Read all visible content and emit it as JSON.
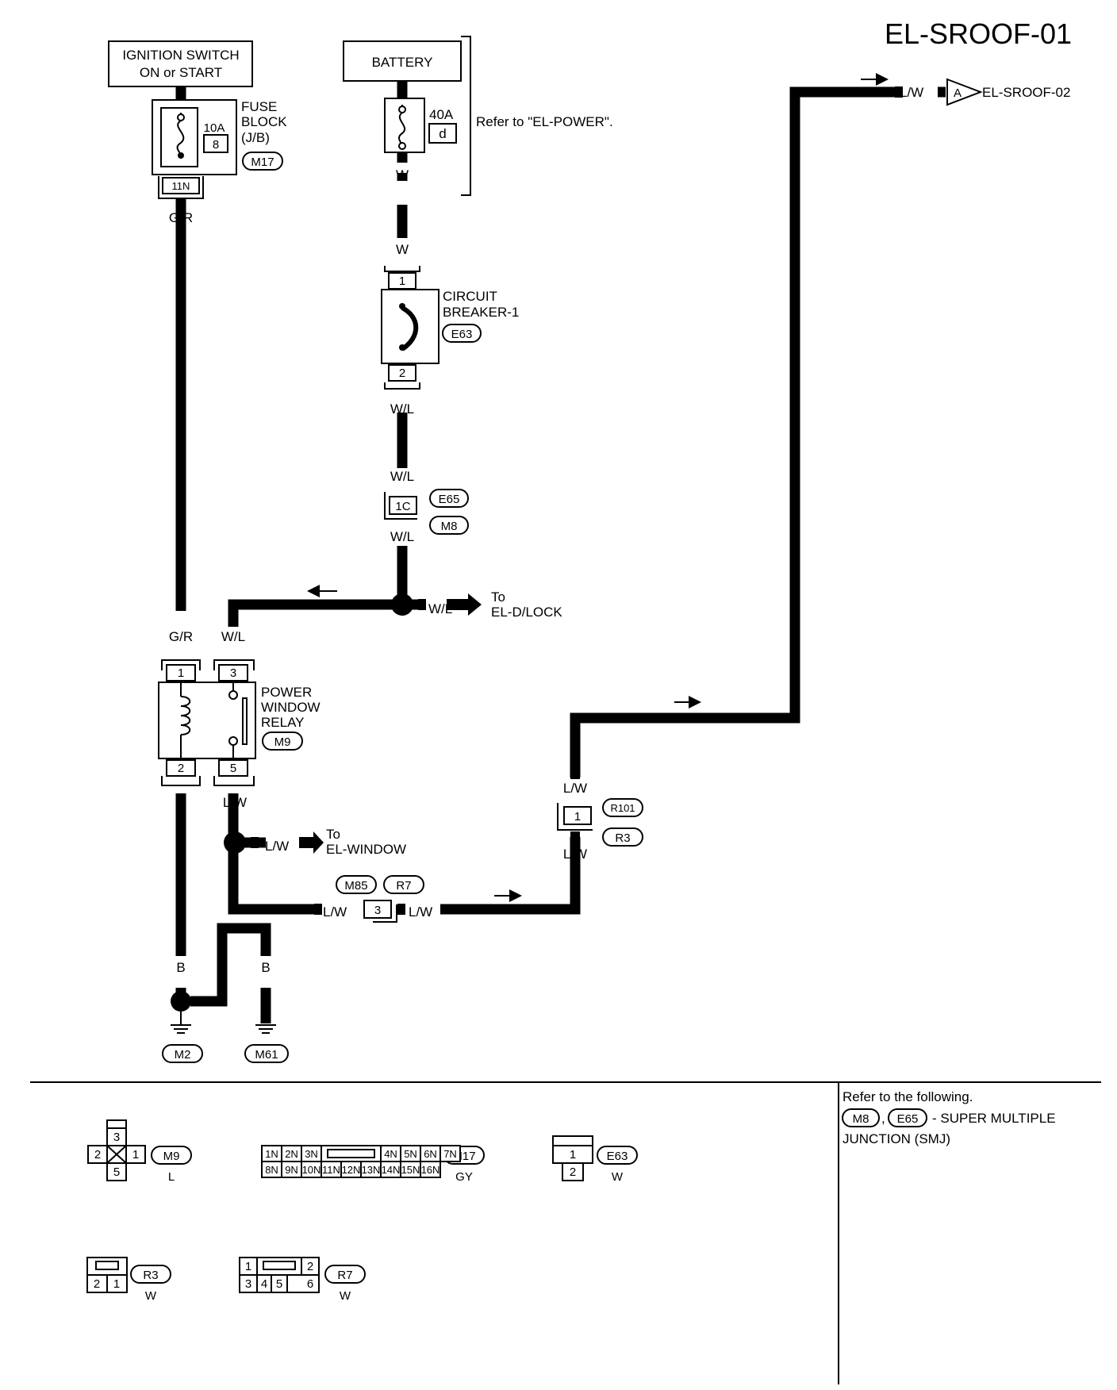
{
  "title": "EL-SROOF-01",
  "ignition": {
    "line1": "IGNITION SWITCH",
    "line2": "ON or START"
  },
  "battery": {
    "label": "BATTERY",
    "fuse_rating": "40A",
    "fuse_id": "d",
    "refer": "Refer to \"EL-POWER\"."
  },
  "fuse_block": {
    "line1": "FUSE",
    "line2": "BLOCK",
    "line3": "(J/B)",
    "rating": "10A",
    "fuse_no": "8",
    "connector": "M17",
    "terminal": "11N"
  },
  "circuit_breaker": {
    "line1": "CIRCUIT",
    "line2": "BREAKER-1",
    "connector": "E63",
    "pin_top": "1",
    "pin_bottom": "2"
  },
  "smj_junction": {
    "terminal": "1C",
    "conn_a": "E65",
    "conn_b": "M8"
  },
  "relay": {
    "line1": "POWER",
    "line2": "WINDOW",
    "line3": "RELAY",
    "connector": "M9",
    "pins": {
      "p1": "1",
      "p2": "2",
      "p3": "3",
      "p5": "5"
    }
  },
  "to_dlock": {
    "line1": "To",
    "line2": "EL-D/LOCK"
  },
  "to_window": {
    "line1": "To",
    "line2": "EL-WINDOW"
  },
  "junction_m85": {
    "conn_a": "M85",
    "conn_b": "R7",
    "terminal": "3"
  },
  "junction_r101": {
    "conn_a": "R101",
    "conn_b": "R3",
    "terminal": "1"
  },
  "grounds": {
    "left": "M2",
    "right": "M61"
  },
  "offpage": {
    "letter": "A",
    "target": "EL-SROOF-02"
  },
  "wire_colors": {
    "gr": "G/R",
    "w": "W",
    "wl": "W/L",
    "lw": "L/W",
    "b": "B"
  },
  "refer_note": {
    "line1": "Refer to the following.",
    "conn_a": "M8",
    "conn_b": "E65",
    "sep": ",",
    "text": "- SUPER MULTIPLE",
    "line3": "JUNCTION (SMJ)"
  },
  "connector_views": {
    "m9": {
      "name": "M9",
      "color": "L",
      "pins": [
        "3",
        "2",
        "1",
        "5"
      ]
    },
    "m17": {
      "name": "M17",
      "color": "GY",
      "top": [
        "1N",
        "2N",
        "3N",
        "4N",
        "5N",
        "6N",
        "7N"
      ],
      "bottom": [
        "8N",
        "9N",
        "10N",
        "11N",
        "12N",
        "13N",
        "14N",
        "15N",
        "16N"
      ]
    },
    "e63": {
      "name": "E63",
      "color": "W",
      "pins": [
        "1",
        "2"
      ]
    },
    "r3": {
      "name": "R3",
      "color": "W",
      "pins": [
        "2",
        "1"
      ]
    },
    "r7": {
      "name": "R7",
      "color": "W",
      "pins": [
        "1",
        "2",
        "3",
        "4",
        "5",
        "6"
      ]
    }
  }
}
